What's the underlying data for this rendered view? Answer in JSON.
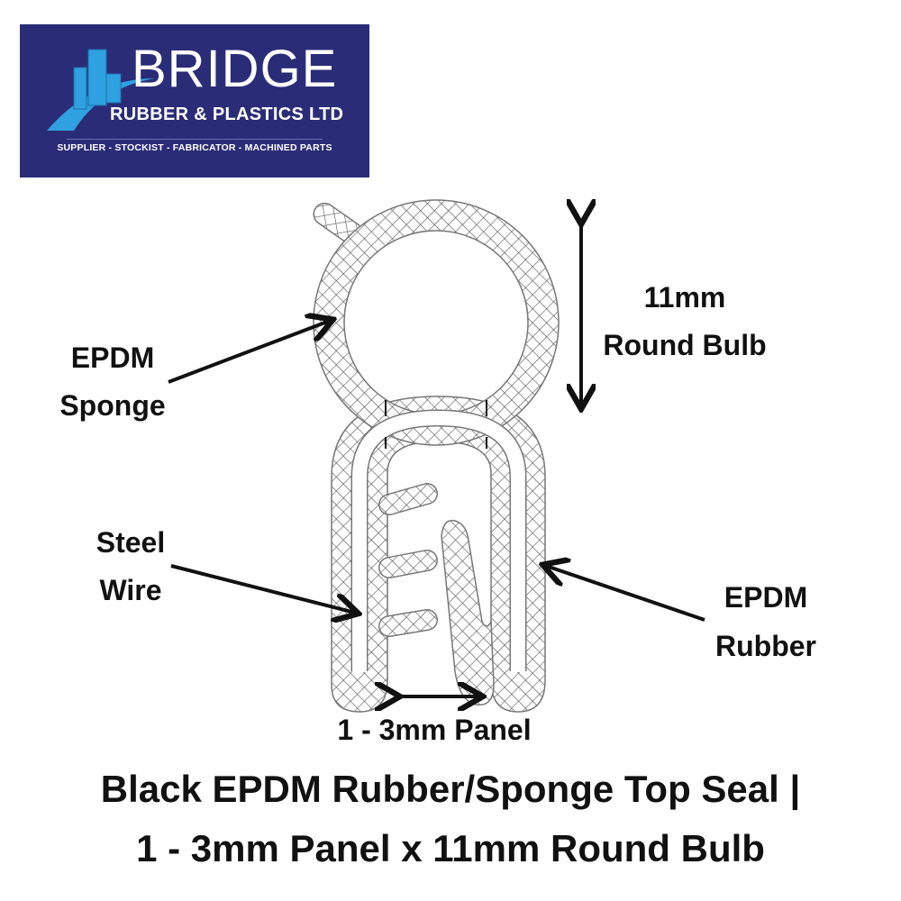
{
  "logo": {
    "brand": "BRIDGE",
    "subtitle": "RUBBER & PLASTICS LTD",
    "tagline": "SUPPLIER - STOCKIST - FABRICATOR - MACHINED PARTS",
    "background_color": "#2b2c77",
    "icon_color": "#2fa0e0"
  },
  "labels": {
    "bulb_size": "11mm",
    "bulb_shape": "Round Bulb",
    "sponge_line1": "EPDM",
    "sponge_line2": "Sponge",
    "wire_line1": "Steel",
    "wire_line2": "Wire",
    "rubber_line1": "EPDM",
    "rubber_line2": "Rubber",
    "panel": "1 - 3mm Panel"
  },
  "title": {
    "line1": "Black EPDM Rubber/Sponge Top Seal |",
    "line2": "1 - 3mm Panel x 11mm Round Bulb"
  }
}
